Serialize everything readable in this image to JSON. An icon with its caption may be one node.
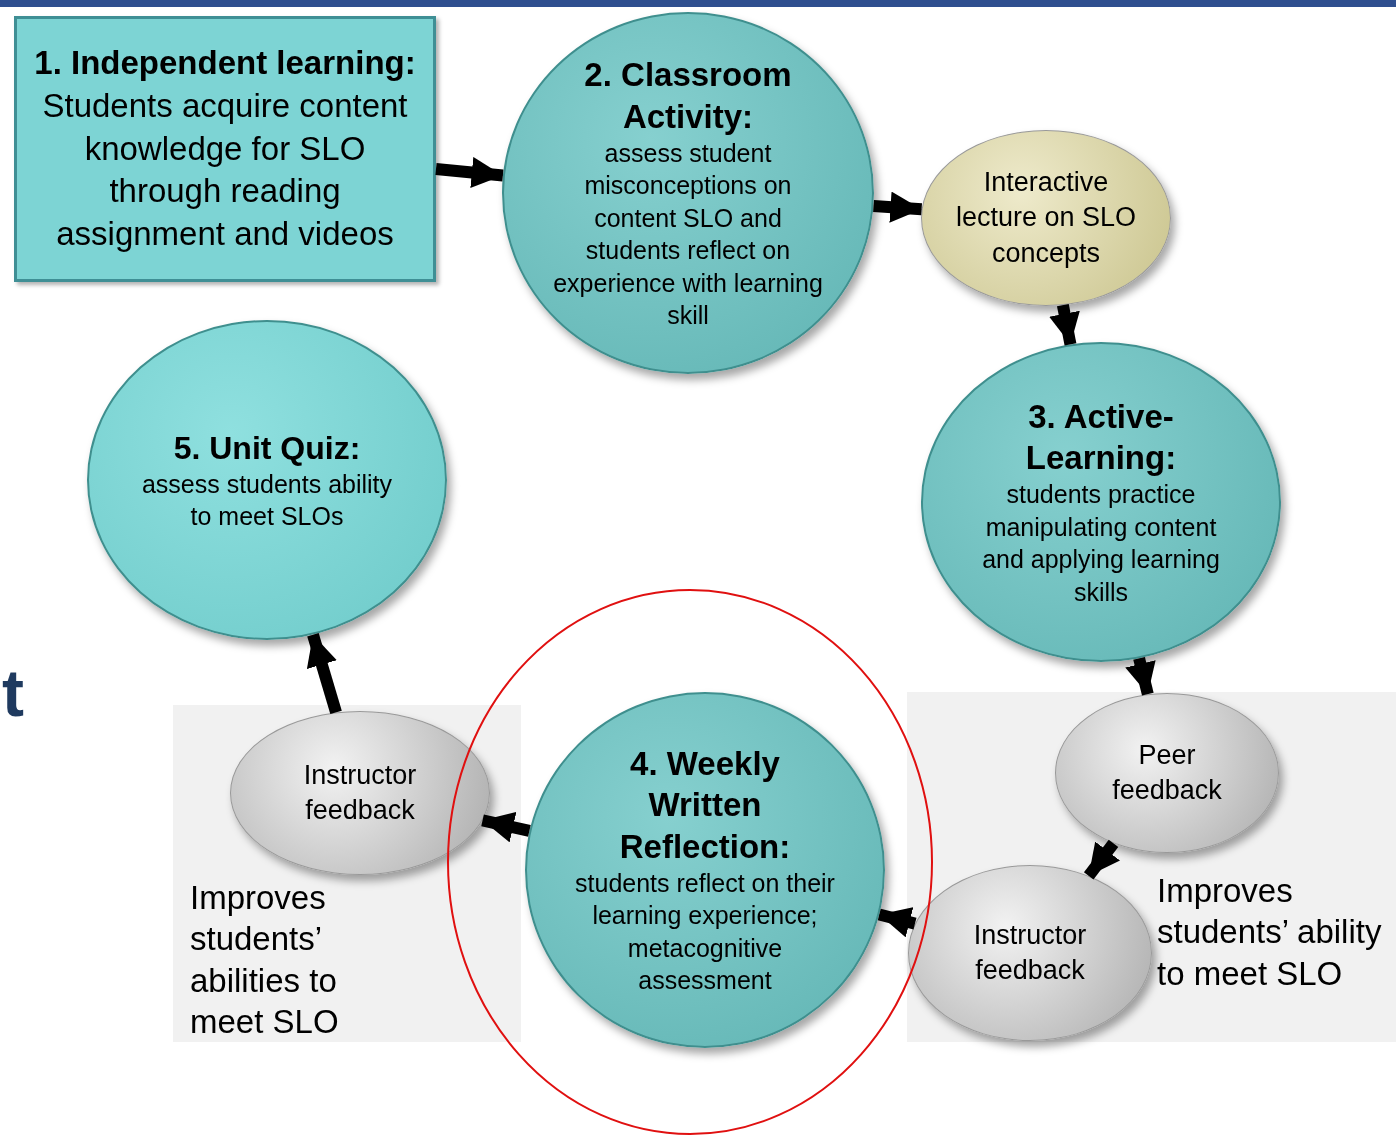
{
  "diagram": {
    "nodes": [
      {
        "text": [
          "**1. Independent learning:** Students acquire content knowledge for SLO through reading assignment and videos"
        ]
      },
      {
        "text": [
          "2. Classroom Activity:",
          "assess student misconceptions on content SLO and students reflect on experience with learning skill"
        ]
      },
      {
        "text": [
          "Interactive lecture on SLO concepts"
        ]
      },
      {
        "text": [
          "3. Active-Learning:",
          "students practice manipulating content and applying learning skills"
        ]
      },
      {
        "text": [
          "Improves students’ ability to meet SLO"
        ]
      },
      {
        "text": [
          "Peer feedback"
        ],
        "in": 4
      },
      {
        "text": [
          "Instructor feedback"
        ],
        "in": 4
      },
      {
        "text": [
          "4. Weekly Written Reflection:",
          "students reflect on their learning experience; metacognitive assessment"
        ]
      },
      {
        "text": [
          "Improves students’ abilities to meet SLO"
        ]
      },
      {
        "text": [
          "Instructor feedback"
        ],
        "in": 8
      },
      {
        "text": [
          "5. Unit Quiz:",
          "assess students ability to meet SLOs"
        ]
      }
    ],
    "edges": [
      {
        "from": 0,
        "to": 1,
        "arrow": "to"
      },
      {
        "from": 1,
        "to": 2,
        "arrow": "to"
      },
      {
        "from": 2,
        "to": 3,
        "arrow": "to"
      },
      {
        "from": 3,
        "to": 5,
        "arrow": "to"
      },
      {
        "from": 5,
        "to": 6,
        "arrow": "to"
      },
      {
        "from": 6,
        "to": 7,
        "arrow": "to"
      },
      {
        "from": 7,
        "to": 9,
        "arrow": "to"
      },
      {
        "from": 9,
        "to": 10,
        "arrow": "to"
      }
    ],
    "labels": [
      "t"
    ]
  }
}
